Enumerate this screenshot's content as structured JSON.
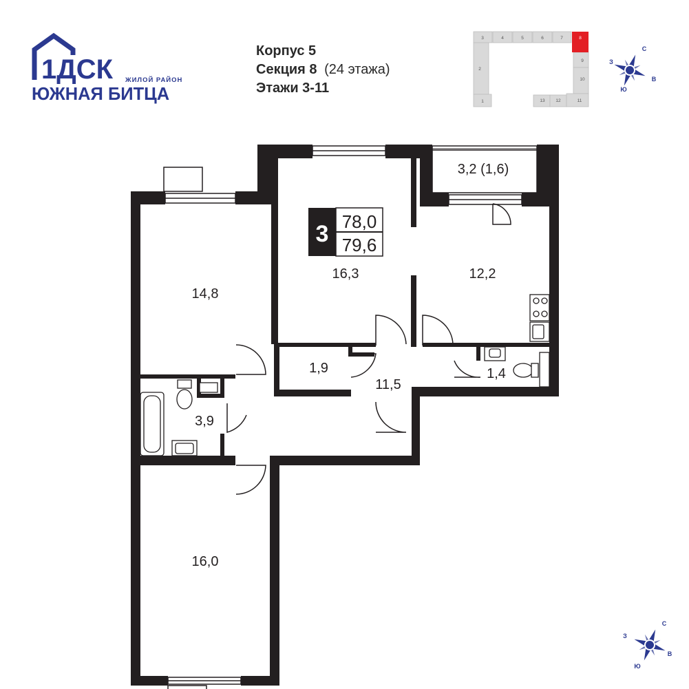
{
  "logo": {
    "brand": "1ДСК",
    "district_label": "ЖИЛОЙ РАЙОН",
    "district_name": "ЮЖНАЯ БИТЦА",
    "brand_color": "#2b3990"
  },
  "building": {
    "korpus": "Корпус 5",
    "section_label": "Секция 8",
    "section_floors": "(24 этажа)",
    "floors": "Этажи 3-11"
  },
  "key_plan": {
    "sections": [
      "1",
      "2",
      "3",
      "4",
      "5",
      "6",
      "7",
      "8",
      "9",
      "10",
      "11",
      "12",
      "13"
    ],
    "highlighted": "8",
    "highlight_color": "#e31e24"
  },
  "compass": {
    "north": "С",
    "east": "В",
    "south": "Ю",
    "west": "З",
    "color": "#2b3990"
  },
  "apartment": {
    "rooms": "3",
    "total_area": "78,0",
    "total_area_with_balcony": "79,6"
  },
  "rooms": {
    "bedroom_left_top": "14,8",
    "living_room": "16,3",
    "balcony": "3,2 (1,6)",
    "kitchen": "12,2",
    "storage": "1,9",
    "hall": "11,5",
    "toilet": "1,4",
    "bathroom": "3,9",
    "bedroom_left_bottom": "16,0"
  }
}
